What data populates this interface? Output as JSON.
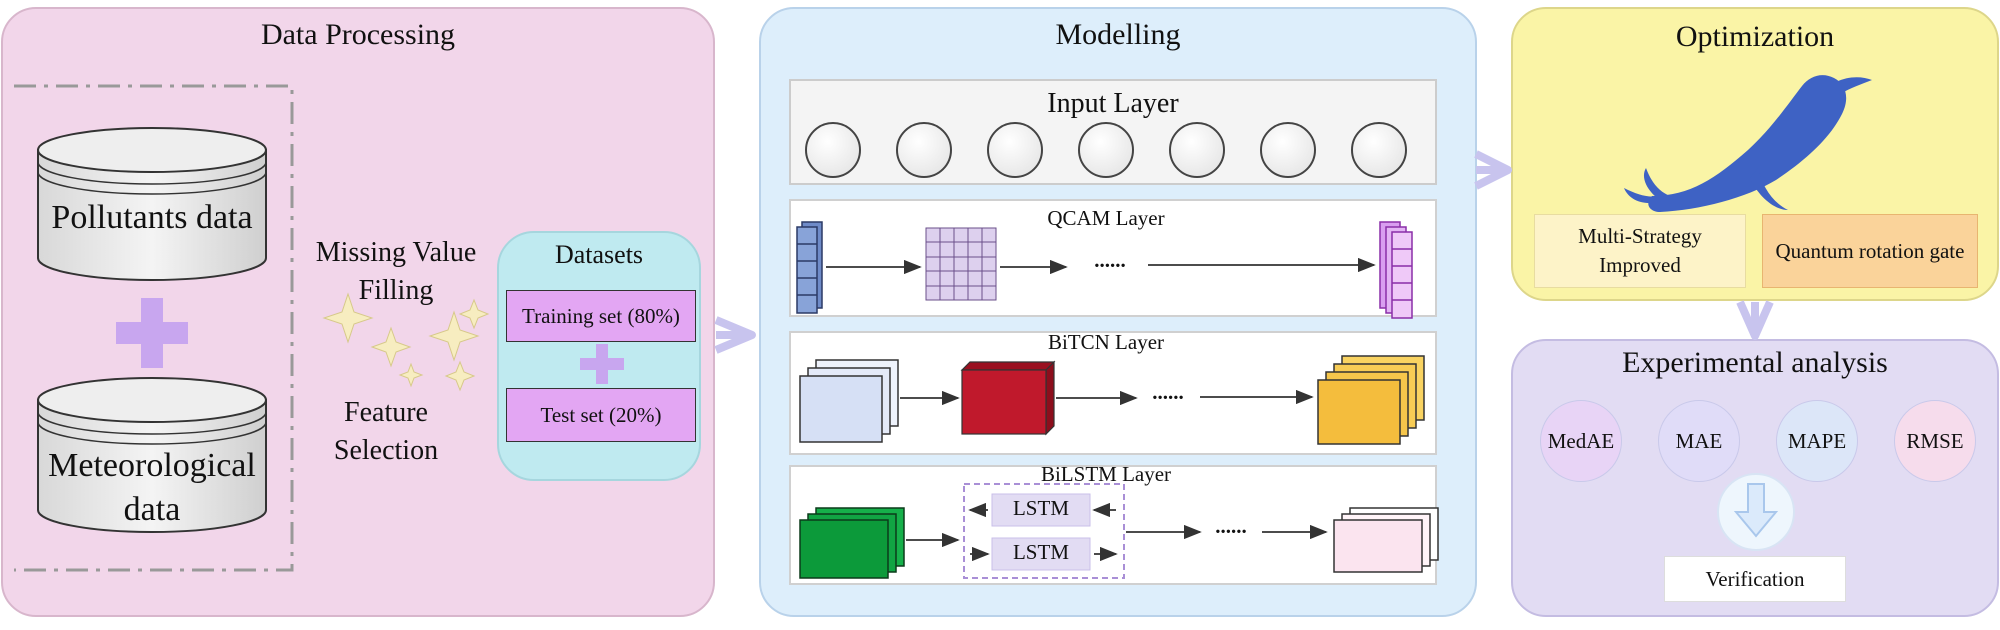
{
  "panels": {
    "data_processing": {
      "title": "Data Processing",
      "pollutants": "Pollutants data",
      "meteorological": "Meteorological data",
      "step_missing": "Missing Value Filling",
      "step_feature": "Feature Selection",
      "datasets_title": "Datasets",
      "training": "Training set (80%)",
      "test": "Test set (20%)"
    },
    "modelling": {
      "title": "Modelling",
      "input_layer": "Input Layer",
      "qcam": "QCAM Layer",
      "bitcn": "BiTCN Layer",
      "bilstm": "BiLSTM Layer",
      "lstm": "LSTM",
      "ellipsis": "......"
    },
    "optimization": {
      "title": "Optimization",
      "box1": "Multi-Strategy Improved",
      "box2": "Quantum rotation gate"
    },
    "experimental": {
      "title": "Experimental analysis",
      "metrics": [
        "MedAE",
        "MAE",
        "MAPE",
        "RMSE"
      ],
      "verification": "Verification"
    }
  },
  "colors": {
    "data_panel": "#f2d6ea",
    "model_panel": "#ddeefb",
    "optimization_panel": "#faf4a6",
    "experimental_panel": "#e2dcf3",
    "arrow": "#c8c4ee",
    "plus": "#c8a6ef",
    "bitcn_red": "#c0192c",
    "bitcn_yellow": "#f6c64b",
    "bilstm_green": "#0c9a3a",
    "whale": "#3e62c4"
  },
  "icons": [
    "database-cylinder-icon",
    "plus-icon",
    "sparkle-icon",
    "whale-icon",
    "down-arrow-icon",
    "neuron-circle-icon"
  ]
}
